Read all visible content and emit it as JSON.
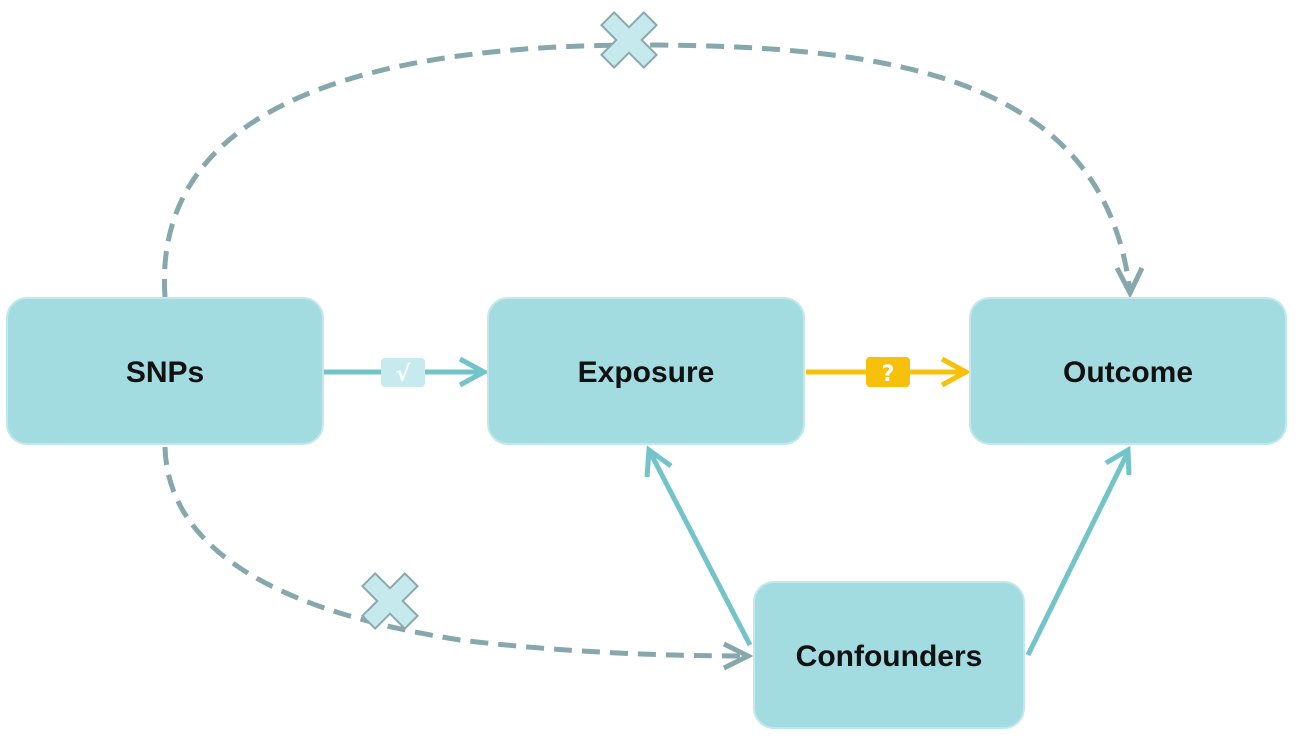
{
  "nodes": {
    "snps": "SNPs",
    "exposure": "Exposure",
    "outcome": "Outcome",
    "confounders": "Confounders"
  },
  "edges": {
    "snps_to_exposure": {
      "badge": "√",
      "style": "solid",
      "status": "valid"
    },
    "exposure_to_outcome": {
      "badge": "?",
      "style": "solid",
      "status": "unknown"
    },
    "snps_to_outcome": {
      "style": "dashed",
      "status": "blocked",
      "marker": "cross-icon"
    },
    "snps_to_confounders": {
      "style": "dashed",
      "status": "blocked",
      "marker": "cross-icon"
    },
    "confounders_to_exposure": {
      "style": "solid"
    },
    "confounders_to_outcome": {
      "style": "solid"
    }
  },
  "colors": {
    "node_fill": "#a3dce0",
    "solid_edge": "#72c4ca",
    "dashed_edge": "#86a8ac",
    "query_edge": "#f7c00a",
    "check_badge": "#c6eaed",
    "query_badge": "#f7c00a",
    "cross_fill": "#c5e9ec"
  }
}
